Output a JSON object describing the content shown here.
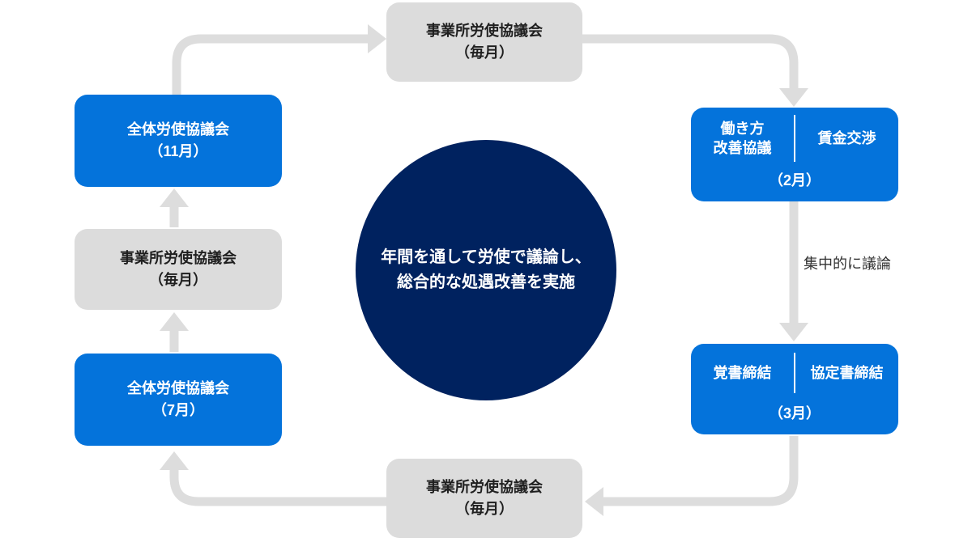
{
  "diagram": {
    "center_circle": {
      "line1": "年間を通して労使で議論し、",
      "line2": "総合的な処遇改善を実施"
    },
    "boxes": {
      "top_monthly": {
        "title": "事業所労使協議会",
        "subtitle": "（毎月）"
      },
      "november": {
        "title": "全体労使協議会",
        "subtitle": "（11月）"
      },
      "left_monthly": {
        "title": "事業所労使協議会",
        "subtitle": "（毎月）"
      },
      "july": {
        "title": "全体労使協議会",
        "subtitle": "（7月）"
      },
      "february": {
        "left_line1": "働き方",
        "left_line2": "改善協議",
        "right": "賃金交渉",
        "month": "（2月）"
      },
      "march": {
        "left": "覚書締結",
        "right": "協定書締結",
        "month": "（3月）"
      },
      "bottom_monthly": {
        "title": "事業所労使協議会",
        "subtitle": "（毎月）"
      }
    },
    "arrow_label": "集中的に議論",
    "colors": {
      "blue": "#0473db",
      "navy": "#00225f",
      "gray_box": "#dcdcdc",
      "arrow_gray": "#dddddd",
      "dark_text": "#1f1f1f",
      "white": "#ffffff"
    }
  }
}
